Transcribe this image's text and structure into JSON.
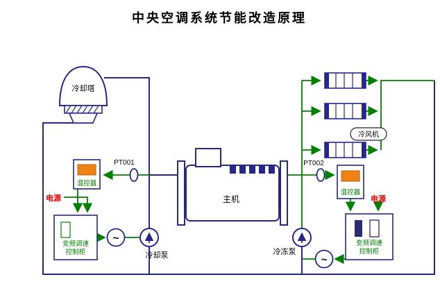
{
  "title": "中央空调系统节能改造原理",
  "labels": {
    "cooling_tower": "冷却塔",
    "pt001": "PT001",
    "pt002": "PT002",
    "main_unit": "主机",
    "fan_coil": "冷风机",
    "cooling_pump": "冷却泵",
    "chilled_pump": "冷冻泵",
    "thermostat_left": "温控器",
    "thermostat_right": "温控器",
    "power_left": "电源",
    "power_right": "电源",
    "vfd_left_line1": "变频调速",
    "vfd_left_line2": "控制柜",
    "vfd_right_line1": "变频调速",
    "vfd_right_line2": "控制柜",
    "motor_left": "~",
    "motor_right": "~"
  },
  "colors": {
    "pipe_navy": "#26268c",
    "signal_green": "#008000",
    "power_red": "#ee0000",
    "controller_orange": "#ef8214"
  }
}
